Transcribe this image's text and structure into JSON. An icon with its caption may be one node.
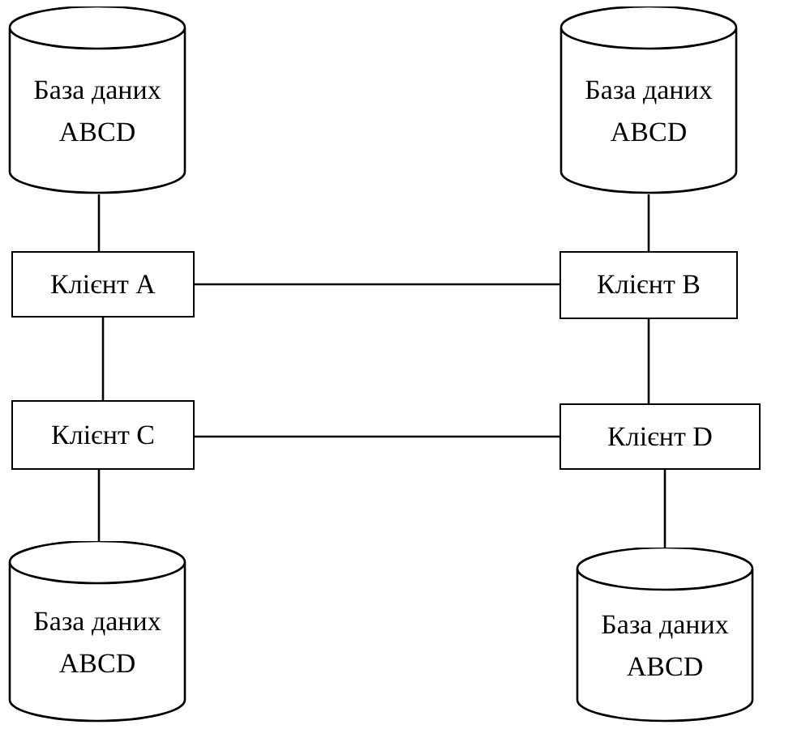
{
  "diagram": {
    "nodes": [
      {
        "text": [
          "База даних ABCD"
        ]
      },
      {
        "text": [
          "База даних ABCD"
        ]
      },
      {
        "text": [
          "Клієнт A"
        ]
      },
      {
        "text": [
          "Клієнт B"
        ]
      },
      {
        "text": [
          "Клієнт C"
        ]
      },
      {
        "text": [
          "Клієнт D"
        ]
      },
      {
        "text": [
          "База даних ABCD"
        ]
      },
      {
        "text": [
          "База даних ABCD"
        ]
      }
    ],
    "edges": [
      {
        "from": 0,
        "to": 2,
        "arrow": "none"
      },
      {
        "from": 1,
        "to": 3,
        "arrow": "none"
      },
      {
        "from": 2,
        "to": 3,
        "arrow": "none"
      },
      {
        "from": 2,
        "to": 4,
        "arrow": "none"
      },
      {
        "from": 3,
        "to": 5,
        "arrow": "none"
      },
      {
        "from": 4,
        "to": 5,
        "arrow": "none"
      },
      {
        "from": 4,
        "to": 6,
        "arrow": "none"
      },
      {
        "from": 5,
        "to": 7,
        "arrow": "none"
      }
    ]
  }
}
